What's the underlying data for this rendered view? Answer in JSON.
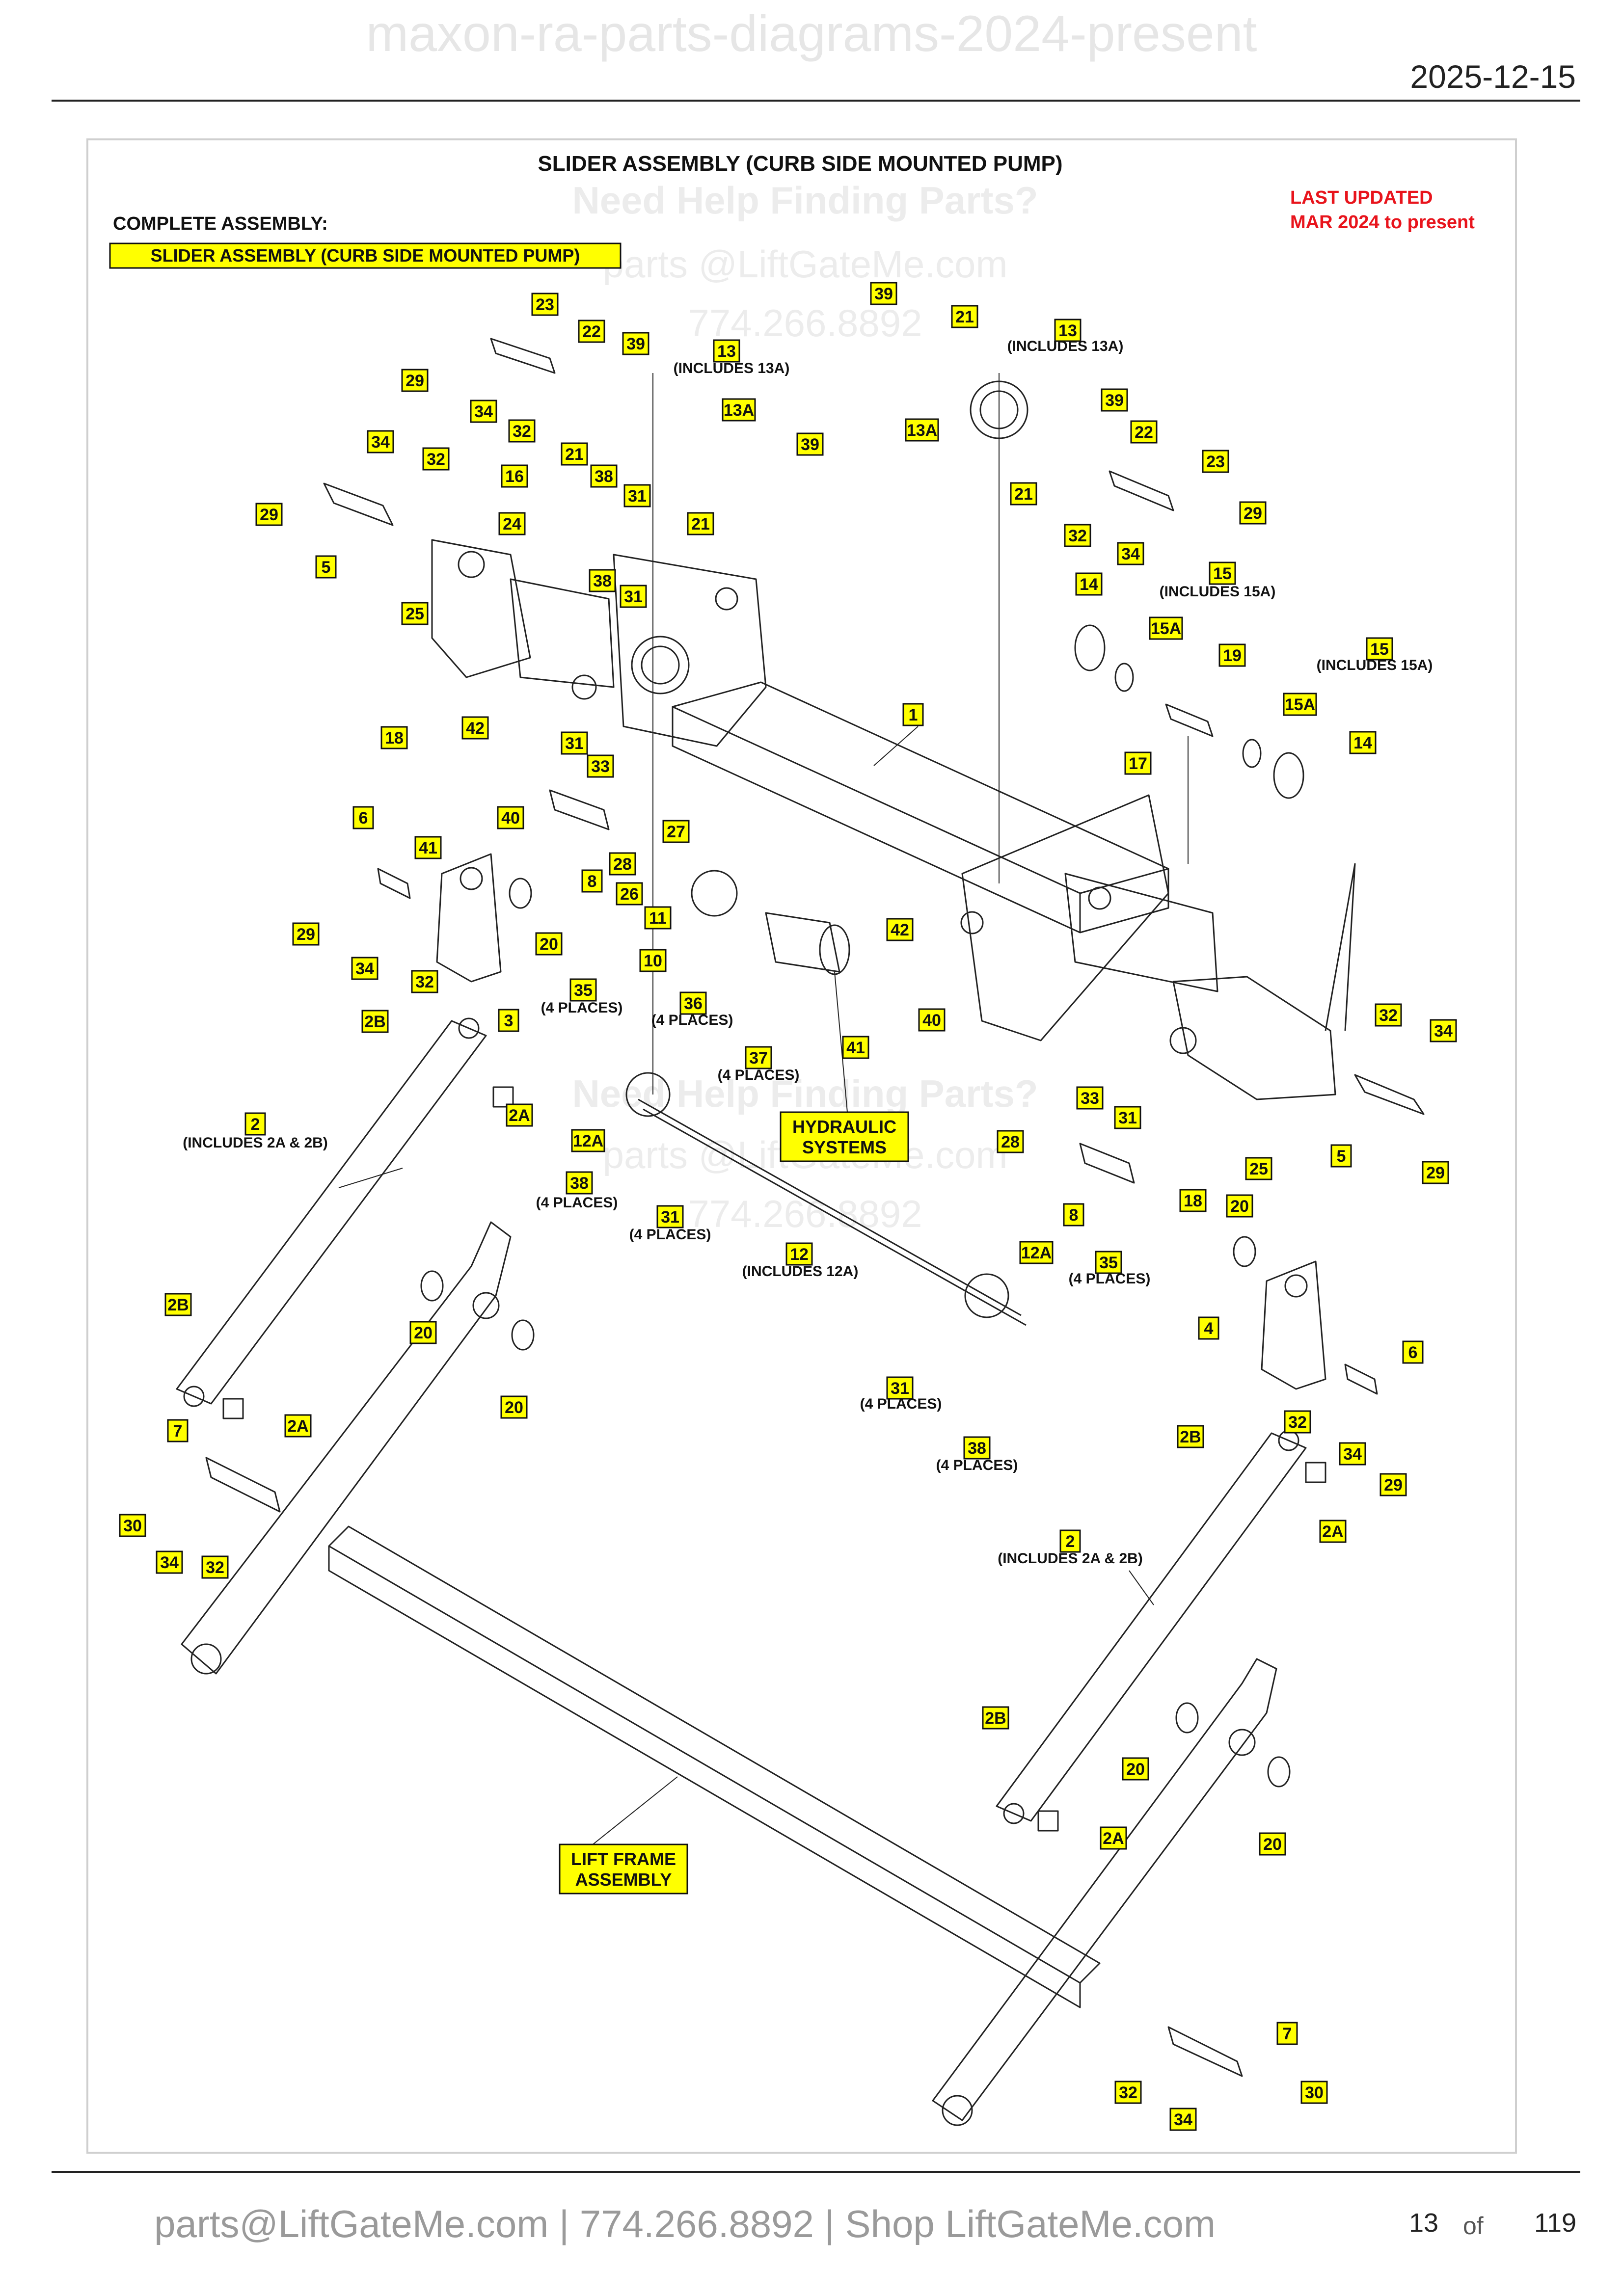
{
  "header": {
    "watermark": "maxon-ra-parts-diagrams-2024-present",
    "date": "2025-12-15"
  },
  "diagram": {
    "title": "SLIDER ASSEMBLY (CURB SIDE MOUNTED PUMP)",
    "complete_assembly_label": "COMPLETE ASSEMBLY:",
    "complete_assembly_name": "SLIDER ASSEMBLY (CURB SIDE MOUNTED PUMP)",
    "last_updated_line1": "LAST UPDATED",
    "last_updated_line2": "MAR 2024 to present",
    "watermark_help": "Need Help Finding Parts?",
    "watermark_email": "parts @LiftGateMe.com",
    "watermark_phone": "774.266.8892",
    "notes": {
      "includes_13a": "(INCLUDES 13A)",
      "includes_15a": "(INCLUDES 15A)",
      "includes_2a_2b": "(INCLUDES 2A & 2B)",
      "includes_12a": "(INCLUDES 12A)",
      "four_places": "(4 PLACES)"
    },
    "hydraulic_l1": "HYDRAULIC",
    "hydraulic_l2": "SYSTEMS",
    "lift_frame_l1": "LIFT FRAME",
    "lift_frame_l2": "ASSEMBLY"
  },
  "footer": {
    "contact": "parts@LiftGateMe.com | 774.266.8892 | Shop LiftGateMe.com",
    "page": "13",
    "of": "of",
    "total": "119"
  },
  "colors": {
    "callout_fill": "#ffff00",
    "updated_red": "#e8141c",
    "line": "#222222"
  }
}
